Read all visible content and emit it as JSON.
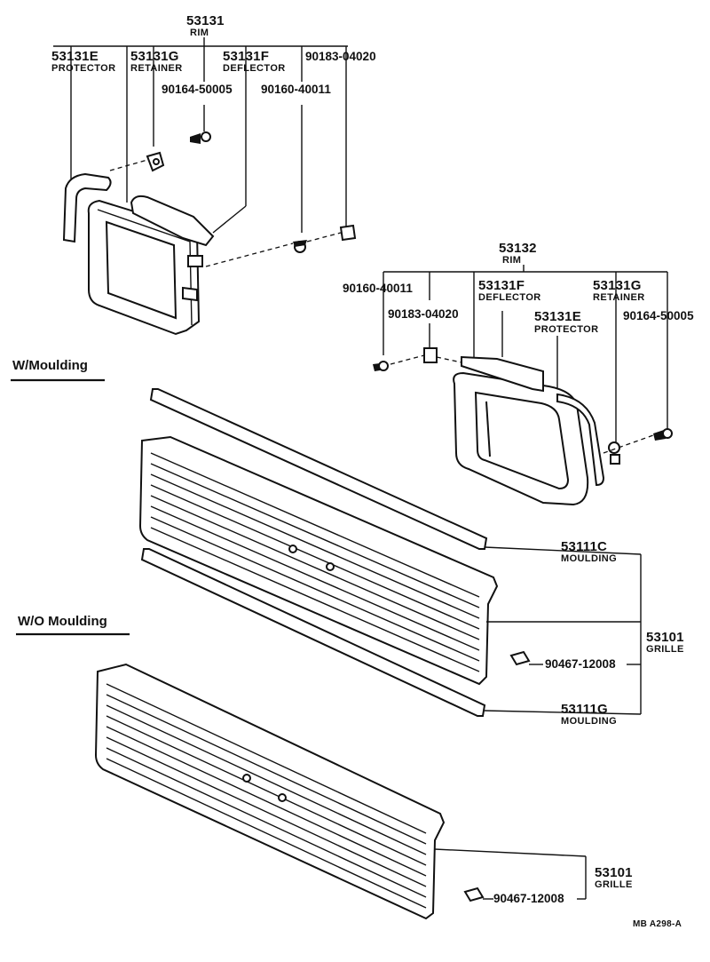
{
  "top_rim": {
    "number": "53131",
    "name": "RIM",
    "protector": {
      "number": "53131E",
      "name": "PROTECTOR"
    },
    "retainer": {
      "number": "53131G",
      "name": "RETAINER"
    },
    "deflector": {
      "number": "53131F",
      "name": "DEFLECTOR"
    },
    "clip": {
      "number": "90183-04020"
    },
    "screw_a": {
      "number": "90164-50005"
    },
    "screw_b": {
      "number": "90160-40011"
    }
  },
  "right_rim": {
    "number": "53132",
    "name": "RIM",
    "screw_b": {
      "number": "90160-40011"
    },
    "deflector": {
      "number": "53131F",
      "name": "DEFLECTOR"
    },
    "retainer": {
      "number": "53131G",
      "name": "RETAINER"
    },
    "clip": {
      "number": "90183-04020"
    },
    "protector": {
      "number": "53131E",
      "name": "PROTECTOR"
    },
    "screw_a": {
      "number": "90164-50005"
    }
  },
  "section_with": "W/Moulding",
  "section_without": "W/O Moulding",
  "grille_with": {
    "moulding_upper": {
      "number": "53111C",
      "name": "MOULDING"
    },
    "grille": {
      "number": "53101",
      "name": "GRILLE"
    },
    "clip": {
      "number": "90467-12008"
    },
    "moulding_lower": {
      "number": "53111G",
      "name": "MOULDING"
    }
  },
  "grille_without": {
    "grille": {
      "number": "53101",
      "name": "GRILLE"
    },
    "clip": {
      "number": "90467-12008"
    }
  },
  "reference": "MB  A298-A"
}
